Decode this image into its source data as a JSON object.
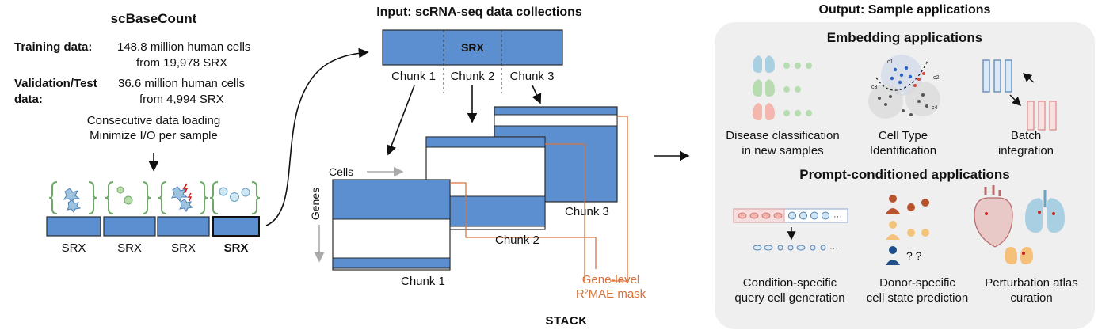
{
  "left": {
    "title": "scBaseCount",
    "training_label": "Training data:",
    "training_l1": "148.8 million human cells",
    "training_l2": "from 19,978 SRX",
    "valtest_label_1": "Validation/Test",
    "valtest_label_2": "data:",
    "valtest_l1": "36.6 million human cells",
    "valtest_l2": "from 4,994 SRX",
    "loading_1": "Consecutive data loading",
    "loading_2": "Minimize I/O per sample",
    "srx_labels": [
      "SRX",
      "SRX",
      "SRX",
      "SRX"
    ]
  },
  "middle": {
    "title": "Input: scRNA-seq data collections",
    "srx_bar_label": "SRX",
    "chunk_labels": [
      "Chunk 1",
      "Chunk 2",
      "Chunk 3"
    ],
    "cells_label": "Cells",
    "genes_label": "Genes",
    "stack_chunk_labels": [
      "Chunk 1",
      "Chunk 2",
      "Chunk 3"
    ],
    "mask_l1": "Gene-level",
    "mask_l2": "R²MAE mask",
    "stack_label": "STACK"
  },
  "right": {
    "title": "Output: Sample applications",
    "embedding_title": "Embedding applications",
    "embedding_items": [
      {
        "l1": "Disease classification",
        "l2": "in new samples"
      },
      {
        "l1": "Cell Type",
        "l2": "Identification"
      },
      {
        "l1": "Batch",
        "l2": "integration"
      }
    ],
    "prompt_title": "Prompt-conditioned applications",
    "prompt_items": [
      {
        "l1": "Condition-specific",
        "l2": "query cell generation"
      },
      {
        "l1": "Donor-specific",
        "l2": "cell state prediction"
      },
      {
        "l1": "Perturbation atlas",
        "l2": "curation"
      }
    ],
    "question_marks": "? ?",
    "cluster_tags": [
      "c1",
      "c2",
      "c3",
      "c4"
    ]
  },
  "colors": {
    "block_blue": "#5b8fd0",
    "block_stroke": "#2a2a2a",
    "mask_orange": "#d9733b",
    "panel_gray": "#efefef",
    "bracket_green": "#6fa86a",
    "icon_light_blue": "#a9cfe3"
  }
}
